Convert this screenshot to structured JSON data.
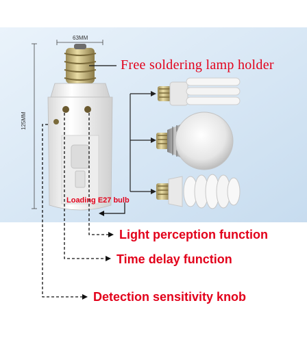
{
  "dimensions": {
    "width": "63MM",
    "height": "125MM"
  },
  "labels": {
    "free_soldering": "Free soldering lamp holder",
    "loading_bulb": "Loading E27 bulb",
    "light_perception": "Light perception function",
    "time_delay": "Time delay function",
    "detection_knob": "Detection sensitivity knob"
  },
  "colors": {
    "label_red": "#e2001a",
    "panel_blue": "#cfe3f4",
    "holder_white": "#f2f2f2"
  },
  "icons": [
    "lamp-holder-sensor",
    "u-shaped-cfl-bulb",
    "globe-led-bulb",
    "spiral-cfl-bulb",
    "arrow-icon"
  ]
}
